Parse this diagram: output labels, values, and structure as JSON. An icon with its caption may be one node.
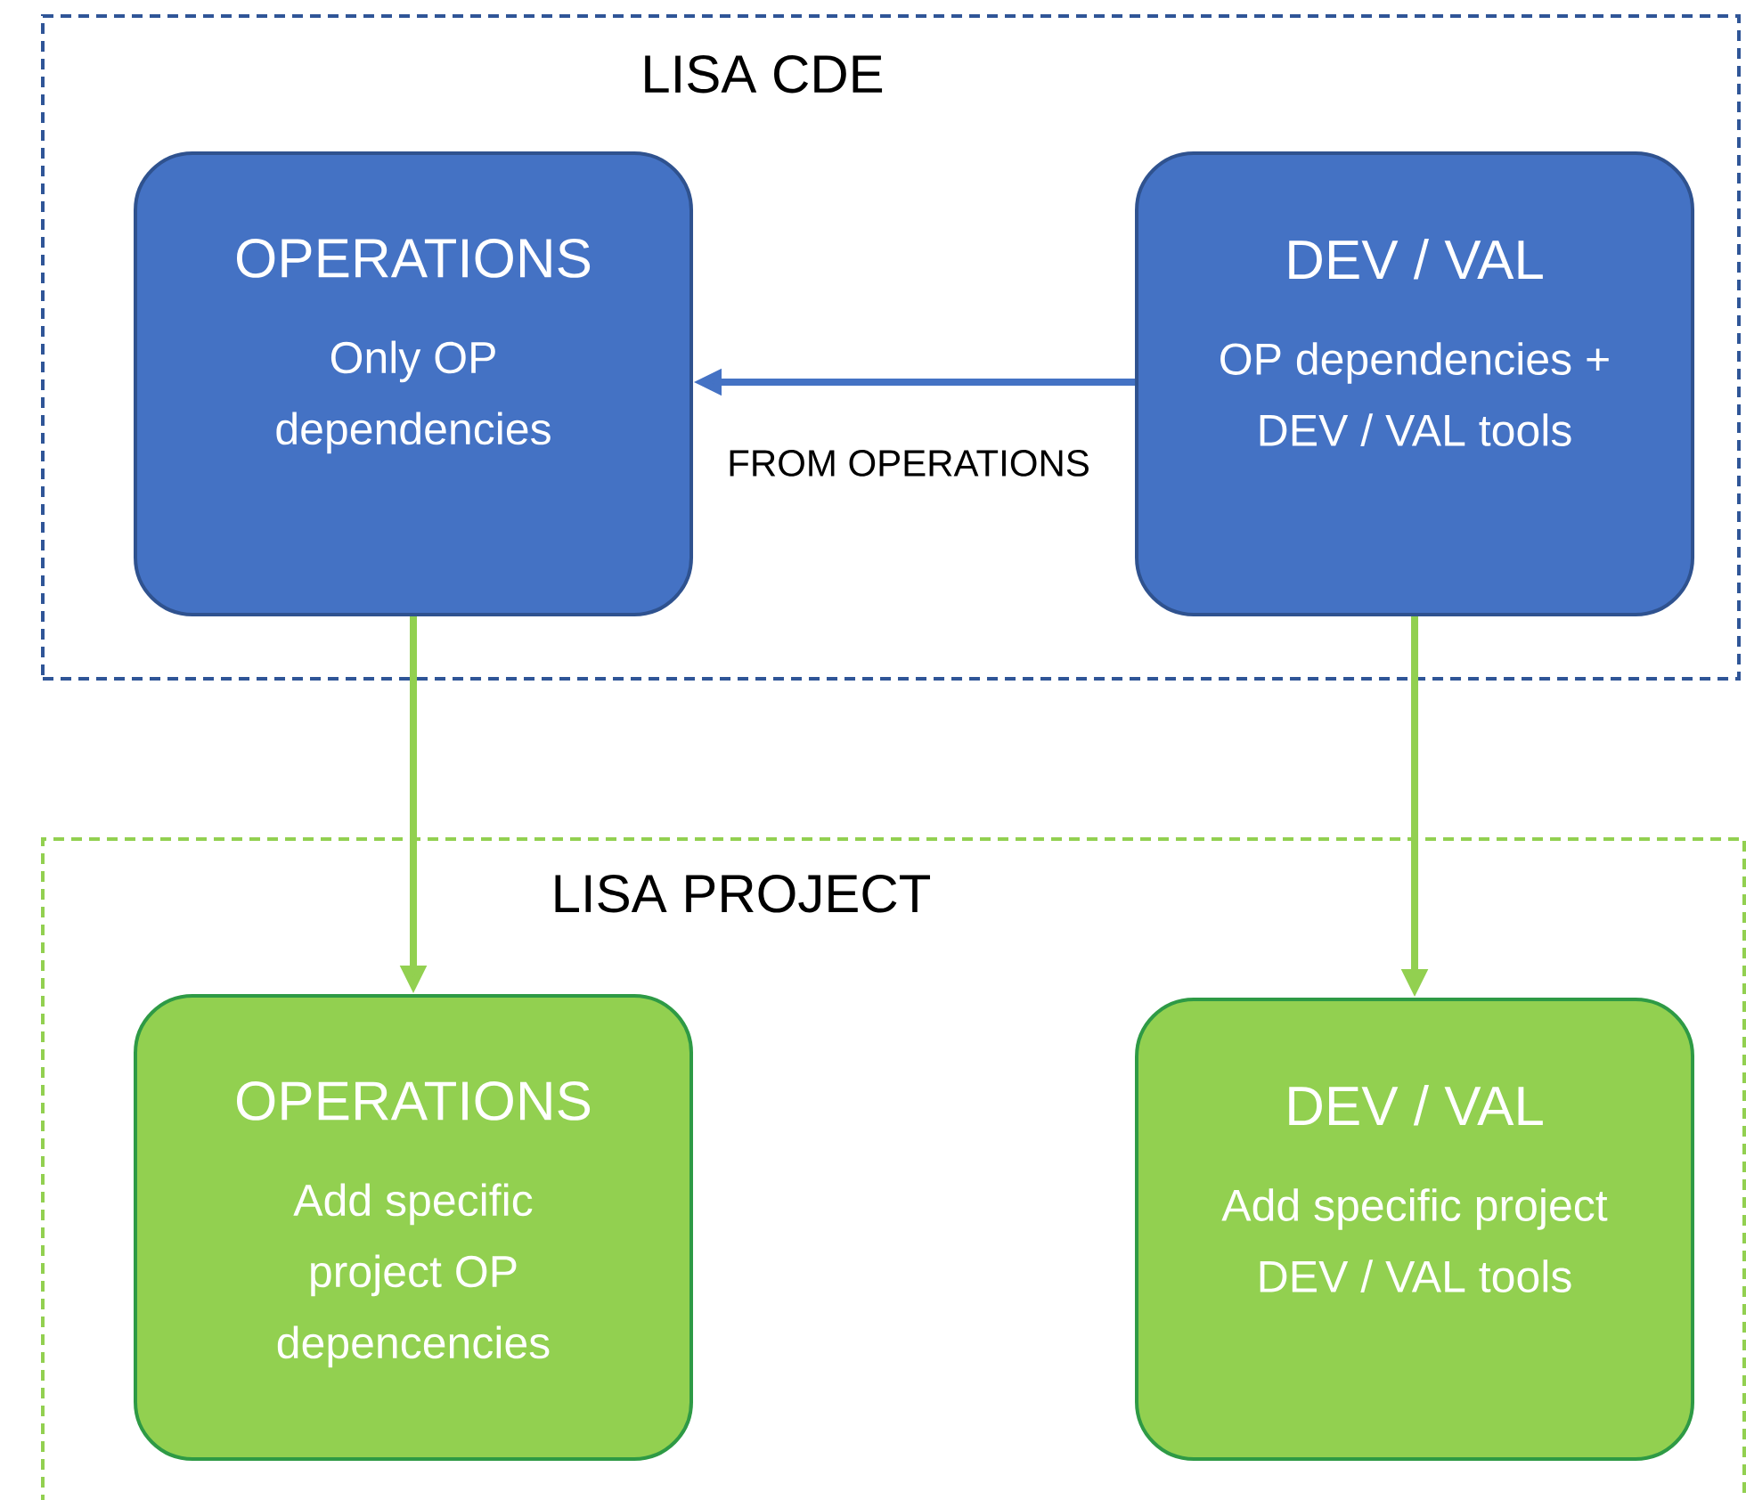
{
  "diagram": {
    "nodes": [
      {
        "text": [
          "LISA CDE"
        ]
      },
      {
        "text": [
          "OPERATIONS",
          "Only OP dependencies"
        ],
        "in": 0
      },
      {
        "text": [
          "DEV / VAL",
          "OP dependencies + DEV / VAL tools"
        ],
        "in": 0
      },
      {
        "text": [
          "LISA PROJECT"
        ]
      },
      {
        "text": [
          "OPERATIONS",
          "Add specific project OP depencencies"
        ],
        "in": 3
      },
      {
        "text": [
          "DEV / VAL",
          "Add specific project DEV / VAL tools"
        ],
        "in": 3
      }
    ],
    "edges": [
      {
        "from": 2,
        "to": 1,
        "arrow": "to",
        "label": "FROM OPERATIONS",
        "color": "#4472c4"
      },
      {
        "from": 1,
        "to": 4,
        "arrow": "to"
      },
      {
        "from": 2,
        "to": 5,
        "arrow": "to"
      }
    ]
  }
}
